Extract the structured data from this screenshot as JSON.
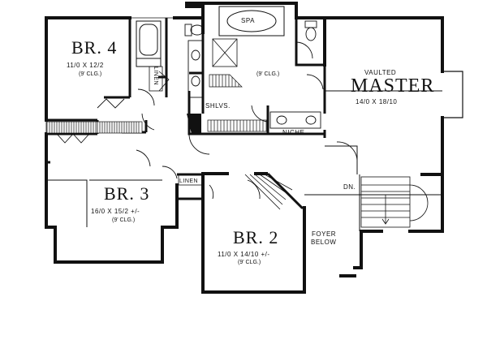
{
  "rooms": {
    "br4": {
      "name": "BR. 4",
      "dims": "11/0  X  12/2",
      "ceiling": "(9' CLG.)"
    },
    "br3": {
      "name": "BR. 3",
      "dims": "16/0  X  15/2 +/-",
      "ceiling": "(9' CLG.)"
    },
    "br2": {
      "name": "BR. 2",
      "dims": "11/0  X  14/10 +/-",
      "ceiling": "(9' CLG.)"
    },
    "master": {
      "vaulted": "VAULTED",
      "name": "MASTER",
      "dims": "14/0  X  18/10"
    },
    "master_bath": {
      "ceiling": "(9' CLG.)"
    }
  },
  "labels": {
    "spa": "SPA",
    "linen_top": "LINEN",
    "linen_hall": "LINEN",
    "shelves": "SHLVS.",
    "niche": "NICHE",
    "stair_down": "DN.",
    "foyer": "FOYER",
    "foyer_below": "BELOW"
  }
}
